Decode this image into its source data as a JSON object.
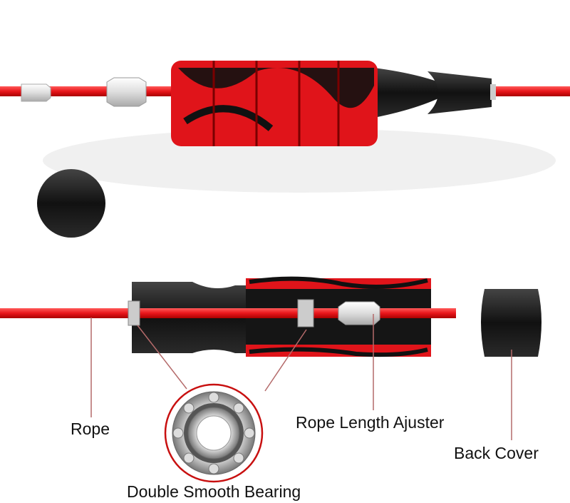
{
  "labels": {
    "rope": "Rope",
    "adjuster": "Rope Length Ajuster",
    "back_cover": "Back Cover",
    "bearing": "Double Smooth Bearing"
  },
  "colors": {
    "rope": "#e8161b",
    "grip_red": "#e0141a",
    "handle_black": "#1a1a1a",
    "leader_line": "#b46a6a"
  }
}
